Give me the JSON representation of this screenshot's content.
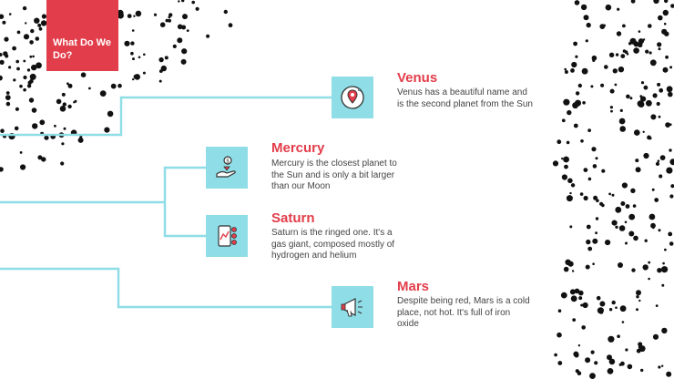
{
  "slide": {
    "title": "What Do We Do?"
  },
  "colors": {
    "accent": "#e23d4a",
    "connector": "#8fdde6",
    "text": "#444444",
    "dots": "#111111"
  },
  "items": [
    {
      "name": "Venus",
      "icon": "location-pin-icon",
      "description": "Venus has a beautiful name and is the second planet from the Sun"
    },
    {
      "name": "Mercury",
      "icon": "hand-coin-icon",
      "description": "Mercury is the closest planet to the Sun and is only a bit larger than our Moon"
    },
    {
      "name": "Saturn",
      "icon": "mobile-chart-icon",
      "description": "Saturn is the ringed one. It's a gas giant, composed mostly of hydrogen and helium"
    },
    {
      "name": "Mars",
      "icon": "megaphone-icon",
      "description": "Despite being red, Mars is a cold place, not hot. It's full of iron oxide"
    }
  ]
}
